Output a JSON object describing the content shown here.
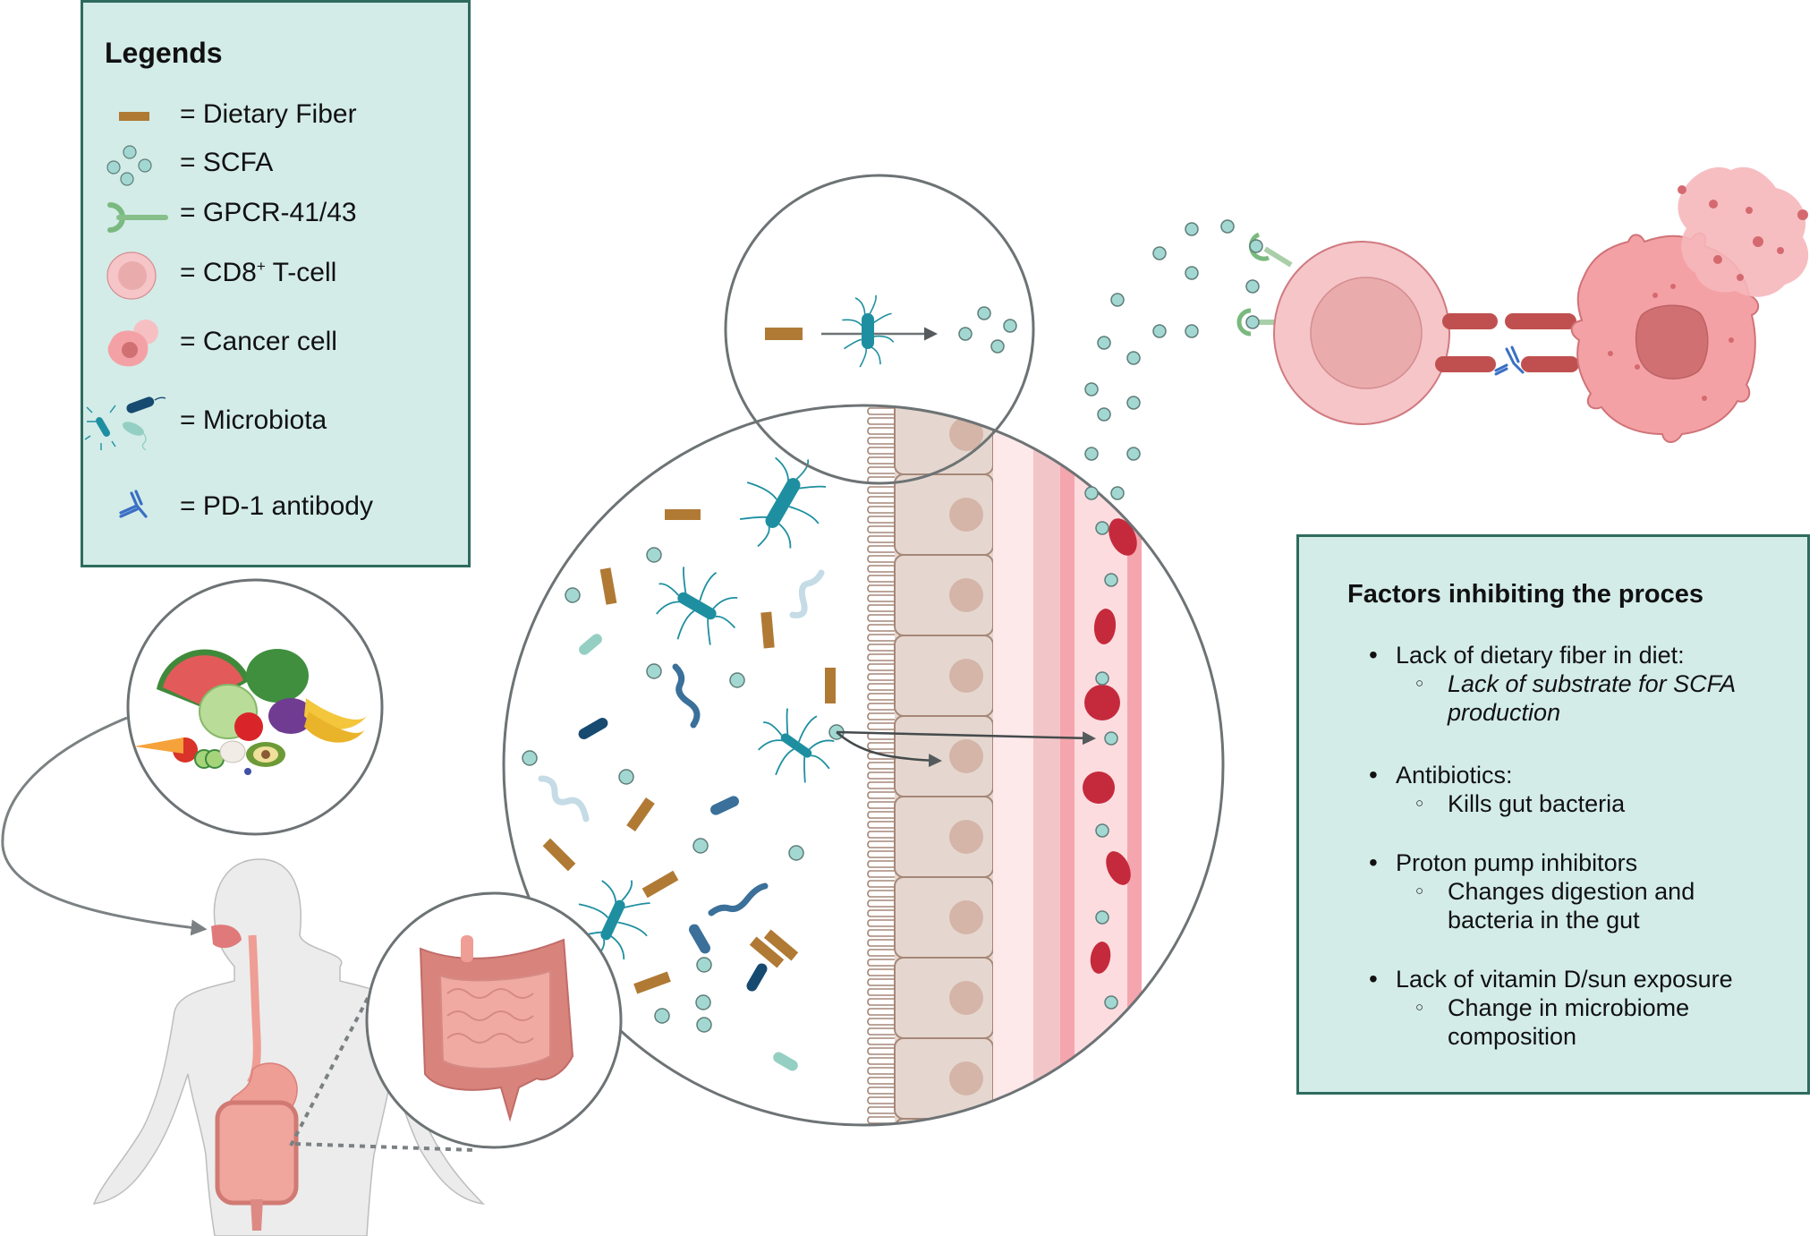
{
  "legend": {
    "title": "Legends",
    "items": [
      {
        "icon": "dietary-fiber-icon",
        "label": "= Dietary Fiber"
      },
      {
        "icon": "scfa-icon",
        "label": "= SCFA"
      },
      {
        "icon": "gpcr-receptor-icon",
        "label": "= GPCR-41/43"
      },
      {
        "icon": "cd8-t-cell-icon",
        "label_prefix": "= CD8",
        "label_sup": "+",
        "label_suffix": " T-cell"
      },
      {
        "icon": "cancer-cell-icon",
        "label": "= Cancer cell"
      },
      {
        "icon": "microbiota-icon",
        "label": "= Microbiota"
      },
      {
        "icon": "pd1-antibody-icon",
        "label": "= PD-1 antibody"
      }
    ]
  },
  "factors": {
    "title": "Factors inhibiting the proces",
    "items": [
      {
        "main": "Lack of dietary fiber in diet:",
        "sub": "Lack of substrate for SCFA production",
        "sub_italic": true
      },
      {
        "main": "Antibiotics:",
        "sub": "Kills gut bacteria",
        "sub_italic": false
      },
      {
        "main": "Proton pump inhibitors",
        "sub": "Changes digestion and bacteria in the gut",
        "sub_italic": false
      },
      {
        "main": "Lack of vitamin D/sun exposure",
        "sub": "Change in microbiome composition",
        "sub_italic": false
      }
    ]
  },
  "colors": {
    "panel_fill": "#d3ece8",
    "panel_border": "#2e6b5e",
    "fiber": "#b07a35",
    "scfa_fill": "#a3d8d2",
    "scfa_stroke": "#5f7d79",
    "gpcr": "#7ab97f",
    "t_cell": "#f5c5c8",
    "t_cell_nucleus": "#eaabad",
    "cancer_cell": "#f4a1a5",
    "cancer_nucleus": "#d07072",
    "receptor_bar": "#c0504f",
    "antibody": "#3a6fc4",
    "bacteria_teal": "#1e8fa0",
    "bacteria_navy": "#164a70",
    "bacteria_steel": "#3a7099",
    "bacteria_mint": "#95cfc4",
    "bacteria_pale": "#c5dce6",
    "epithelium": "#e5d7cf",
    "epithelium_nucleus": "#d4b5a8",
    "lamina": "#fde8ea",
    "band": "#f2c6c8",
    "vessel_wall": "#f5a5ad",
    "vessel_lumen": "#fcdcdf",
    "rbc": "#c52a3c",
    "circle_stroke": "#6d7375",
    "arrow": "#555a5c",
    "body": "#ececec",
    "gut": "#e99a92"
  }
}
